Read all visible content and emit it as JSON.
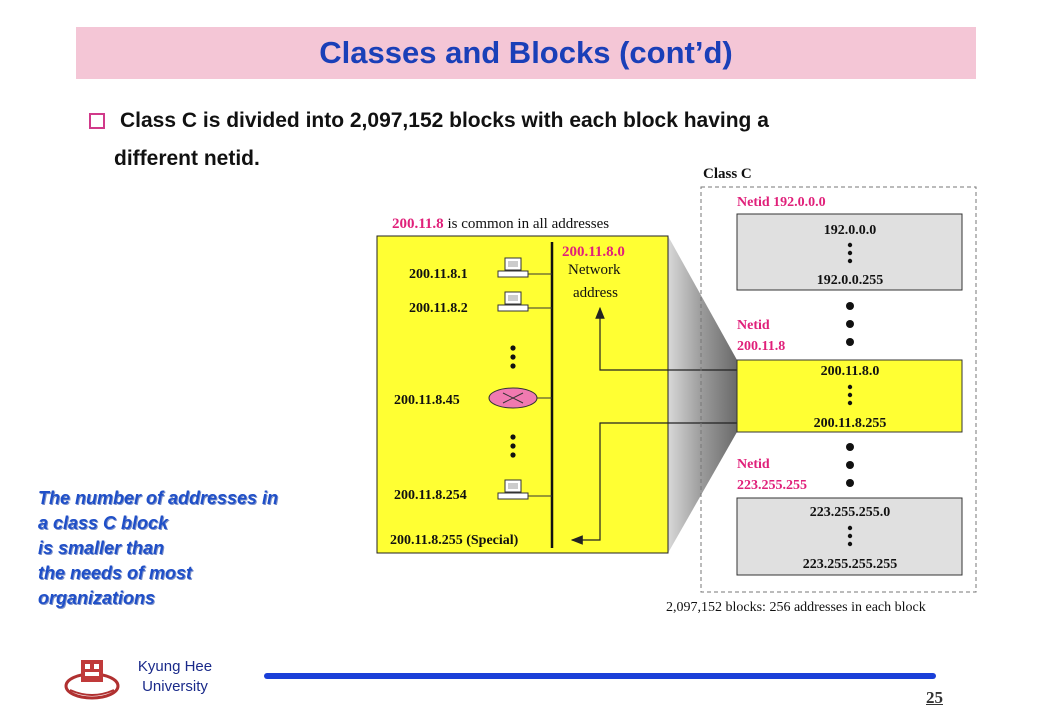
{
  "slide": {
    "title": "Classes and Blocks (cont’d)",
    "bullet_line1": "Class C is divided into 2,097,152 blocks with each block having a",
    "bullet_line2": "different netid.",
    "note_lines": [
      "The number of addresses in",
      "a class C block",
      "is smaller than",
      "the needs of most",
      "organizations"
    ],
    "university_line1": "Kyung Hee",
    "university_line2": "University",
    "page_number": "25"
  },
  "diagram": {
    "left": {
      "caption_highlight": "200.11.8",
      "caption_rest": " is common in all addresses",
      "network_address": "200.11.8.0",
      "network_label_1": "Network",
      "network_label_2": "address",
      "host1": "200.11.8.1",
      "host2": "200.11.8.2",
      "router_addr": "200.11.8.45",
      "host254": "200.11.8.254",
      "special": "200.11.8.255 (Special)"
    },
    "class_c": {
      "title": "Class C",
      "netid1_label": "Netid 192.0.0.0",
      "block1_first": "192.0.0.0",
      "block1_last": "192.0.0.255",
      "netid2_line1": "Netid",
      "netid2_line2": "200.11.8",
      "block2_first": "200.11.8.0",
      "block2_last": "200.11.8.255",
      "netid3_line1": "Netid",
      "netid3_line2": "223.255.255",
      "block3_first": "223.255.255.0",
      "block3_last": "223.255.255.255",
      "footer": "2,097,152 blocks: 256 addresses in each block"
    },
    "colors": {
      "highlight_yellow": "#ffff33",
      "magenta_text": "#e0207a",
      "gray_block": "#e0e0e0"
    }
  }
}
